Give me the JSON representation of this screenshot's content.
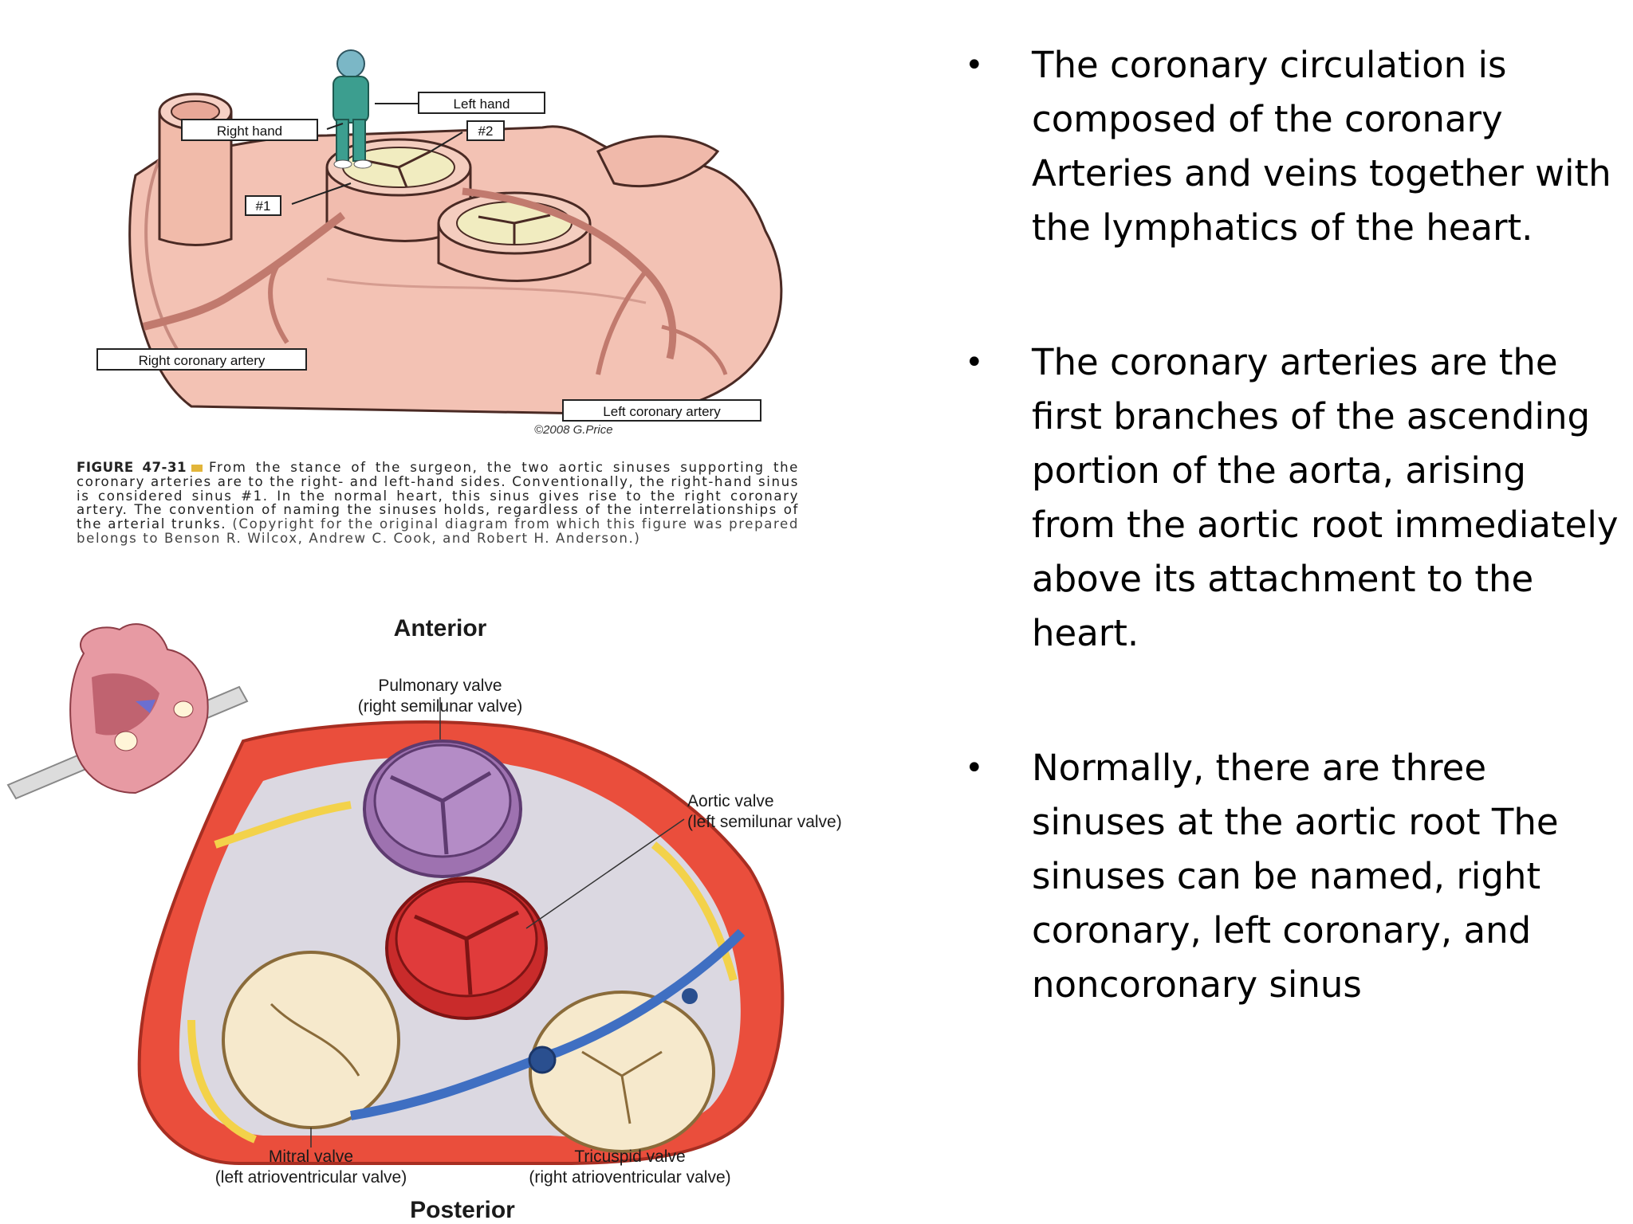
{
  "figure1": {
    "labels": {
      "left_hand": "Left hand",
      "right_hand": "Right hand",
      "num2": "#2",
      "num1": "#1",
      "right_coronary": "Right coronary artery",
      "left_coronary": "Left coronary artery",
      "copyright_mark": "©2008 G.Price"
    },
    "caption": {
      "figure_number": "FIGURE 47-31",
      "text": "From the stance of the surgeon, the two aortic sinuses supporting the coronary arteries are to the right- and left-hand sides. Conventionally, the right-hand sinus is considered sinus #1. In the normal heart, this sinus gives rise to the right coronary artery. The convention of naming the sinuses holds, regardless of the interrelationships of the arterial trunks.",
      "credit": "(Copyright for the original diagram from which this figure was prepared belongs to Benson R. Wilcox, Andrew C. Cook, and Robert H. Anderson.)"
    }
  },
  "figure2": {
    "anterior": "Anterior",
    "posterior": "Posterior",
    "pulmonary_valve": "Pulmonary valve",
    "pulmonary_valve_sub": "(right semilunar valve)",
    "aortic_valve": "Aortic valve",
    "aortic_valve_sub": "(left semilunar valve)",
    "mitral_valve": "Mitral valve",
    "mitral_valve_sub": "(left atrioventricular valve)",
    "tricuspid_valve": "Tricuspid valve",
    "tricuspid_valve_sub": "(right atrioventricular valve)"
  },
  "bullets": [
    "The coronary circulation is composed of the coronary Arteries and veins together with the lymphatics of the heart.",
    "The coronary arteries are the first branches of the ascending portion of the aorta, arising from the aortic root immediately above its attachment to the heart.",
    "Normally, there are three sinuses at the aortic root The sinuses can be named, right coronary, left coronary, and noncoronary sinus"
  ],
  "bullet_symbol": "•"
}
